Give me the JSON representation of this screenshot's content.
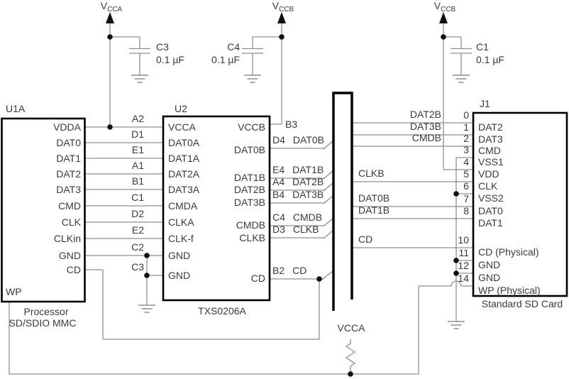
{
  "diagram": {
    "supplies": {
      "vcca": {
        "base": "V",
        "sub": "CCA"
      },
      "vccb_mid": {
        "base": "V",
        "sub": "CCB"
      },
      "vccb_right": {
        "base": "V",
        "sub": "CCB"
      },
      "pullup_net": "VCCA"
    },
    "capacitors": {
      "c3": {
        "ref": "C3",
        "value": "0.1 µF"
      },
      "c4": {
        "ref": "C4",
        "value": "0.1 µF"
      },
      "c1": {
        "ref": "C1",
        "value": "0.1 µF"
      }
    },
    "u1a": {
      "ref": "U1A",
      "caption": [
        "Processor",
        "SD/SDIO MMC"
      ],
      "pins_right": [
        "VDDA",
        "DAT0",
        "DAT1",
        "DAT2",
        "DAT3",
        "CMD",
        "CLK",
        "CLKin",
        "GND",
        "CD"
      ],
      "pin_wp": "WP"
    },
    "u2": {
      "ref": "U2",
      "part": "TXS0206A",
      "pins_left": [
        "VCCA",
        "DAT0A",
        "DAT1A",
        "DAT2A",
        "DAT3A",
        "CMDA",
        "CLKA",
        "CLK-f",
        "GND",
        "GND"
      ],
      "pins_right": [
        "VCCB",
        "DAT0B",
        "DAT1B",
        "DAT2B",
        "DAT3B",
        "CMDB",
        "CLKB",
        "CD"
      ]
    },
    "left_designators": [
      "A2",
      "D1",
      "E1",
      "A1",
      "B1",
      "C1",
      "D2",
      "E2",
      "C2",
      "C3"
    ],
    "b3_designator": "B3",
    "u2_right_nets": [
      {
        "des": "D4",
        "net": "DAT0B"
      },
      {
        "des": "E4",
        "net": "DAT1B"
      },
      {
        "des": "A4",
        "net": "DAT2B"
      },
      {
        "des": "B4",
        "net": "DAT3B"
      },
      {
        "des": "C4",
        "net": "CMDB"
      },
      {
        "des": "D3",
        "net": "CLKB"
      },
      {
        "des": "B2",
        "net": "CD"
      }
    ],
    "bus_labels_right": [
      "DAT2B",
      "DAT3B",
      "CMDB"
    ],
    "bus_labels_left": [
      "CLKB",
      "DAT0B",
      "DAT1B",
      "CD"
    ],
    "j1": {
      "ref": "J1",
      "caption": "Standard SD Card",
      "pins": [
        {
          "num": "0",
          "name": "DAT2"
        },
        {
          "num": "1",
          "name": "DAT3"
        },
        {
          "num": "2",
          "name": "CMD"
        },
        {
          "num": "3",
          "name": "VSS1"
        },
        {
          "num": "4",
          "name": "VDD"
        },
        {
          "num": "5",
          "name": "CLK"
        },
        {
          "num": "6",
          "name": "VSS2"
        },
        {
          "num": "7",
          "name": "DAT0"
        },
        {
          "num": "8",
          "name": "DAT1"
        },
        {
          "num": "10",
          "name": "CD (Physical)"
        },
        {
          "num": "11",
          "name": "GND"
        },
        {
          "num": "12",
          "name": "GND"
        },
        {
          "num": "14",
          "name": "WP (Physical)"
        }
      ]
    },
    "colors": {
      "wire": "#8f8f8f",
      "component": "#000000",
      "text": "#3a3a3a",
      "background": "#ffffff"
    }
  }
}
